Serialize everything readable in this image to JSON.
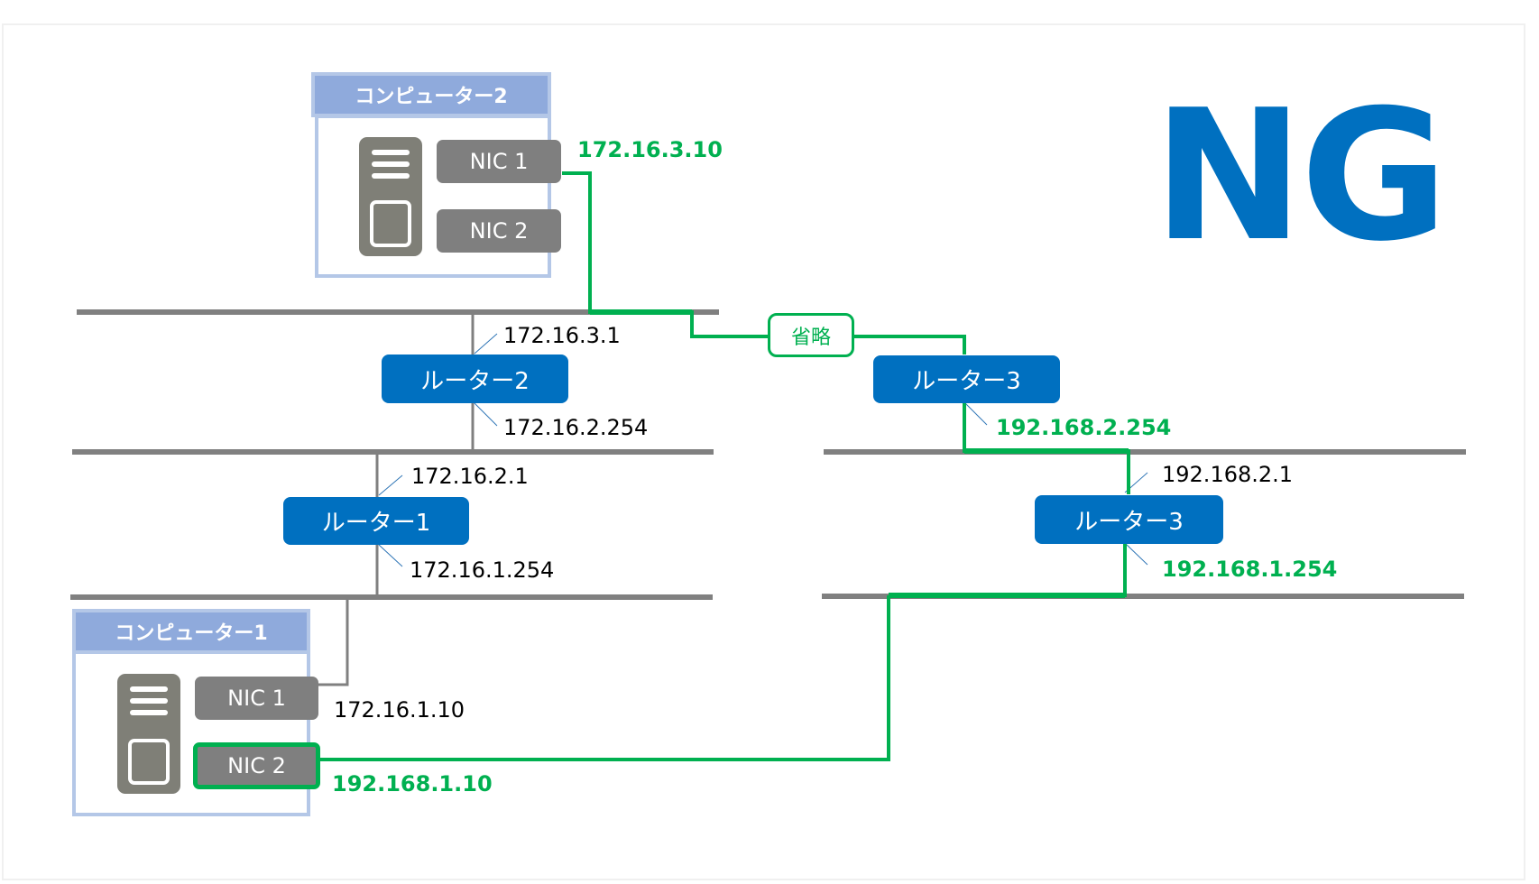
{
  "verdict": "NG",
  "colors": {
    "highlight": "#00b050",
    "router": "#0070c0",
    "nic": "#7f7f7f",
    "network": "#808080",
    "pc_title": "#8faadc",
    "pc_border": "#b4c7e7"
  },
  "computers": [
    {
      "title": "コンピューター2",
      "icon": "server-icon",
      "nics": [
        {
          "label": "NIC 1",
          "ip": "172.16.3.10",
          "highlighted": true,
          "active_path": false
        },
        {
          "label": "NIC 2",
          "ip": "",
          "highlighted": false,
          "active_path": false
        }
      ]
    },
    {
      "title": "コンピューター1",
      "icon": "server-icon",
      "nics": [
        {
          "label": "NIC 1",
          "ip": "172.16.1.10",
          "highlighted": false,
          "active_path": false
        },
        {
          "label": "NIC 2",
          "ip": "192.168.1.10",
          "highlighted": true,
          "active_path": true
        }
      ]
    }
  ],
  "routers": [
    {
      "label": "ルーター2",
      "ip_upper": "172.16.3.1",
      "ip_lower": "172.16.2.254",
      "upper_highlighted": false,
      "lower_highlighted": false
    },
    {
      "label": "ルーター1",
      "ip_upper": "172.16.2.1",
      "ip_lower": "172.16.1.254",
      "upper_highlighted": false,
      "lower_highlighted": false
    },
    {
      "label": "ルーター3",
      "ip_upper": "",
      "ip_lower": "192.168.2.254",
      "upper_highlighted": false,
      "lower_highlighted": true
    },
    {
      "label": "ルーター3",
      "ip_upper": "192.168.2.1",
      "ip_lower": "192.168.1.254",
      "upper_highlighted": false,
      "lower_highlighted": true
    }
  ],
  "omitted_label": "省略"
}
